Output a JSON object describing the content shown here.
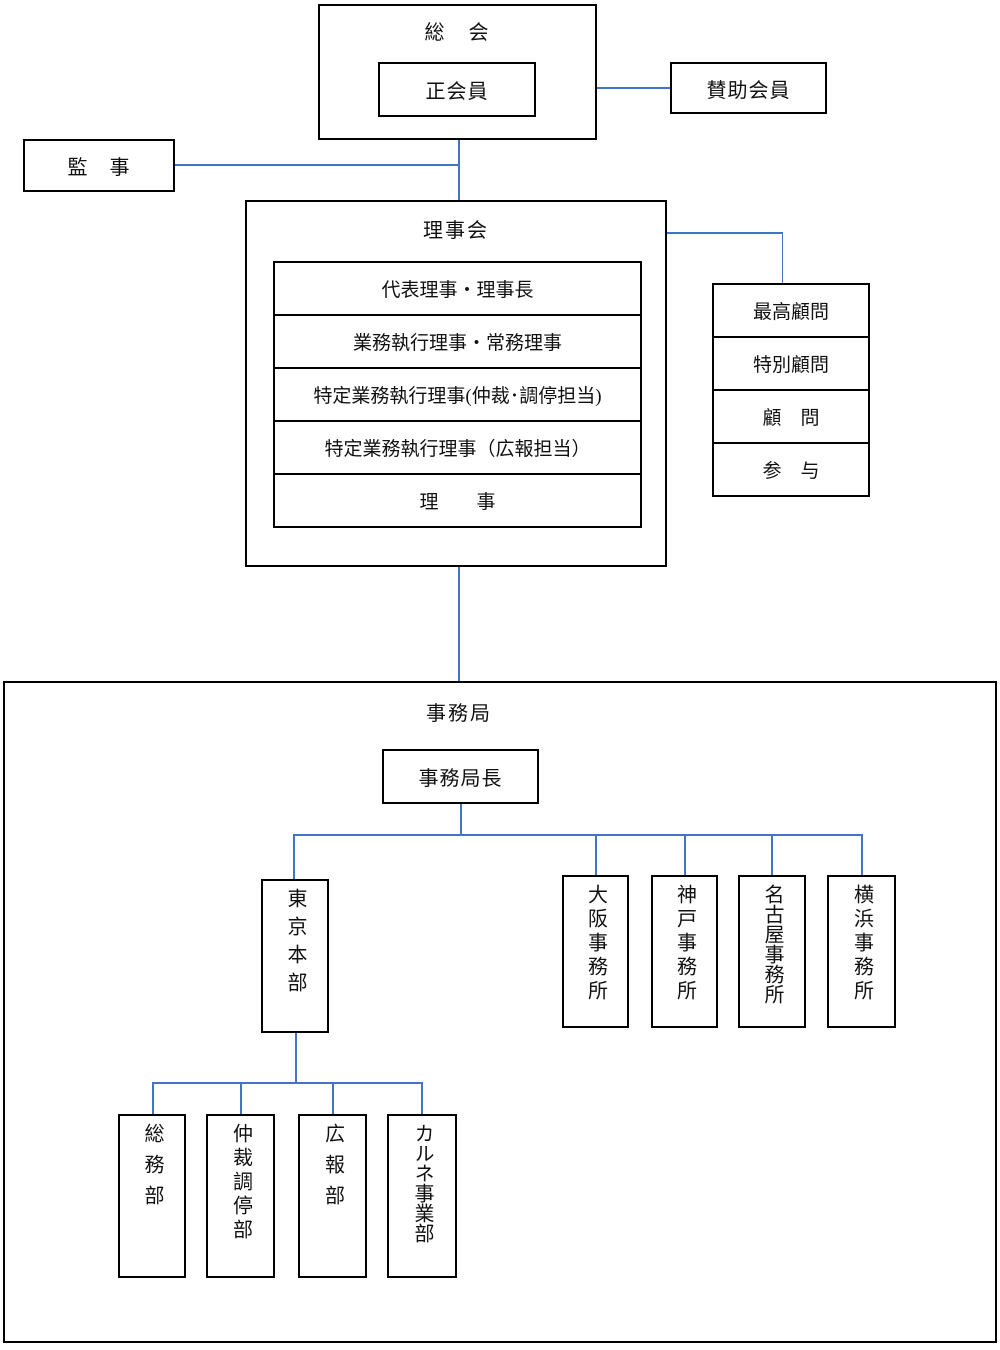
{
  "colors": {
    "connector_line": "#4472C4",
    "box_border": "#000000",
    "background": "#ffffff"
  },
  "general_meeting": {
    "title": "総　会",
    "member_box": "正会員"
  },
  "supporting_member": {
    "label": "賛助会員"
  },
  "auditor": {
    "label": "監　事"
  },
  "board": {
    "title": "理事会",
    "roles": [
      "代表理事・理事長",
      "業務執行理事・常務理事",
      "特定業務執行理事(仲裁･調停担当)",
      "特定業務執行理事（広報担当）",
      "理　　事"
    ]
  },
  "advisors": {
    "items": [
      "最高顧問",
      "特別顧問",
      "顧　問",
      "参　与"
    ]
  },
  "secretariat": {
    "title": "事務局",
    "head": "事務局長",
    "tokyo_hq": "東京本部",
    "offices": [
      "大阪事務所",
      "神戸事務所",
      "名古屋事務所",
      "横浜事務所"
    ],
    "departments": [
      "総務部",
      "仲裁調停部",
      "広報部",
      "カルネ事業部"
    ]
  }
}
